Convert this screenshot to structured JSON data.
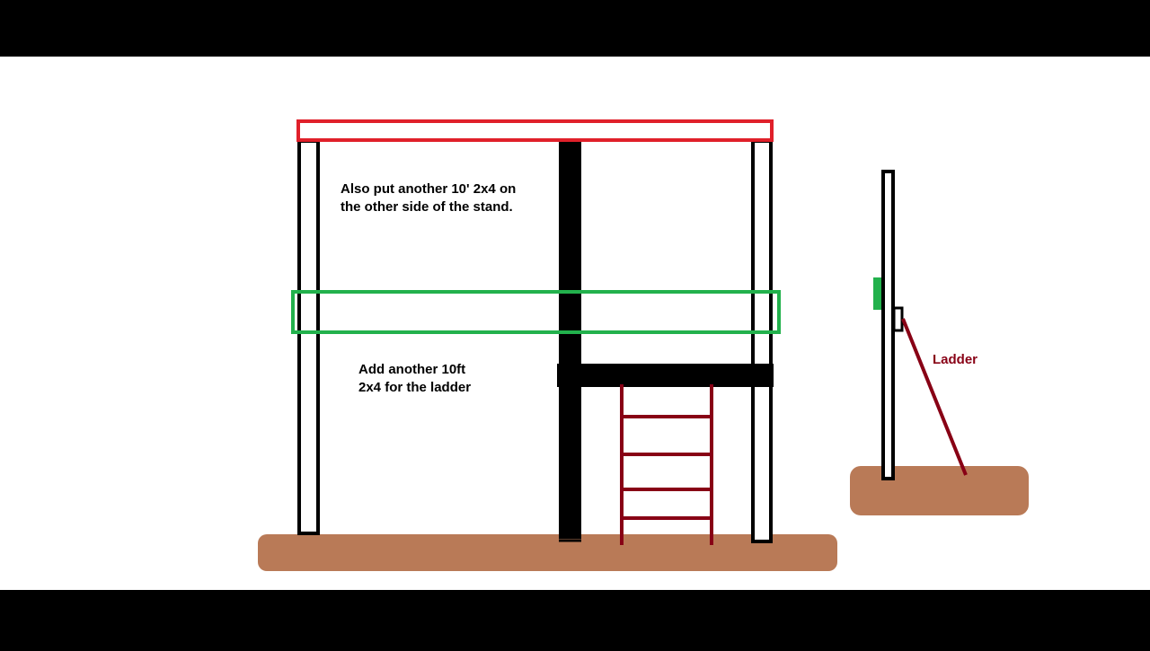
{
  "colors": {
    "letterbox": "#000000",
    "canvas": "#ffffff",
    "post_outline": "#000000",
    "top_rail": "#e0202a",
    "middle_rail": "#22b14c",
    "ladder": "#880015",
    "ground": "#b97a57",
    "text": "#000000"
  },
  "annotations": {
    "top_note_line1": "Also put another 10' 2x4 on",
    "top_note_line2": "the other side of the stand.",
    "ladder_note_line1": "Add another 10ft",
    "ladder_note_line2": "2x4 for the ladder",
    "side_label": "Ladder"
  }
}
